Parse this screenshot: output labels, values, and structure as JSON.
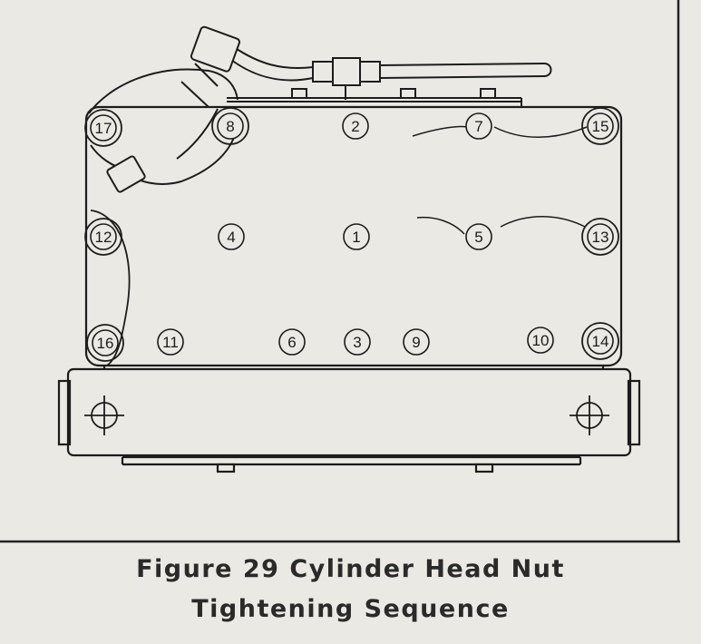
{
  "caption": {
    "line1": "Figure 29  Cylinder Head Nut",
    "line2": "Tightening Sequence"
  },
  "nuts": [
    {
      "id": "nut-17",
      "label": "17"
    },
    {
      "id": "nut-8",
      "label": "8"
    },
    {
      "id": "nut-2",
      "label": "2"
    },
    {
      "id": "nut-7",
      "label": "7"
    },
    {
      "id": "nut-15",
      "label": "15"
    },
    {
      "id": "nut-12",
      "label": "12"
    },
    {
      "id": "nut-4",
      "label": "4"
    },
    {
      "id": "nut-1",
      "label": "1"
    },
    {
      "id": "nut-5",
      "label": "5"
    },
    {
      "id": "nut-13",
      "label": "13"
    },
    {
      "id": "nut-16",
      "label": "16"
    },
    {
      "id": "nut-11",
      "label": "11"
    },
    {
      "id": "nut-6",
      "label": "6"
    },
    {
      "id": "nut-3",
      "label": "3"
    },
    {
      "id": "nut-9",
      "label": "9"
    },
    {
      "id": "nut-10",
      "label": "10"
    },
    {
      "id": "nut-14",
      "label": "14"
    }
  ],
  "colors": {
    "paper": "#ebe9e3",
    "ink": "#1c1c1c"
  }
}
